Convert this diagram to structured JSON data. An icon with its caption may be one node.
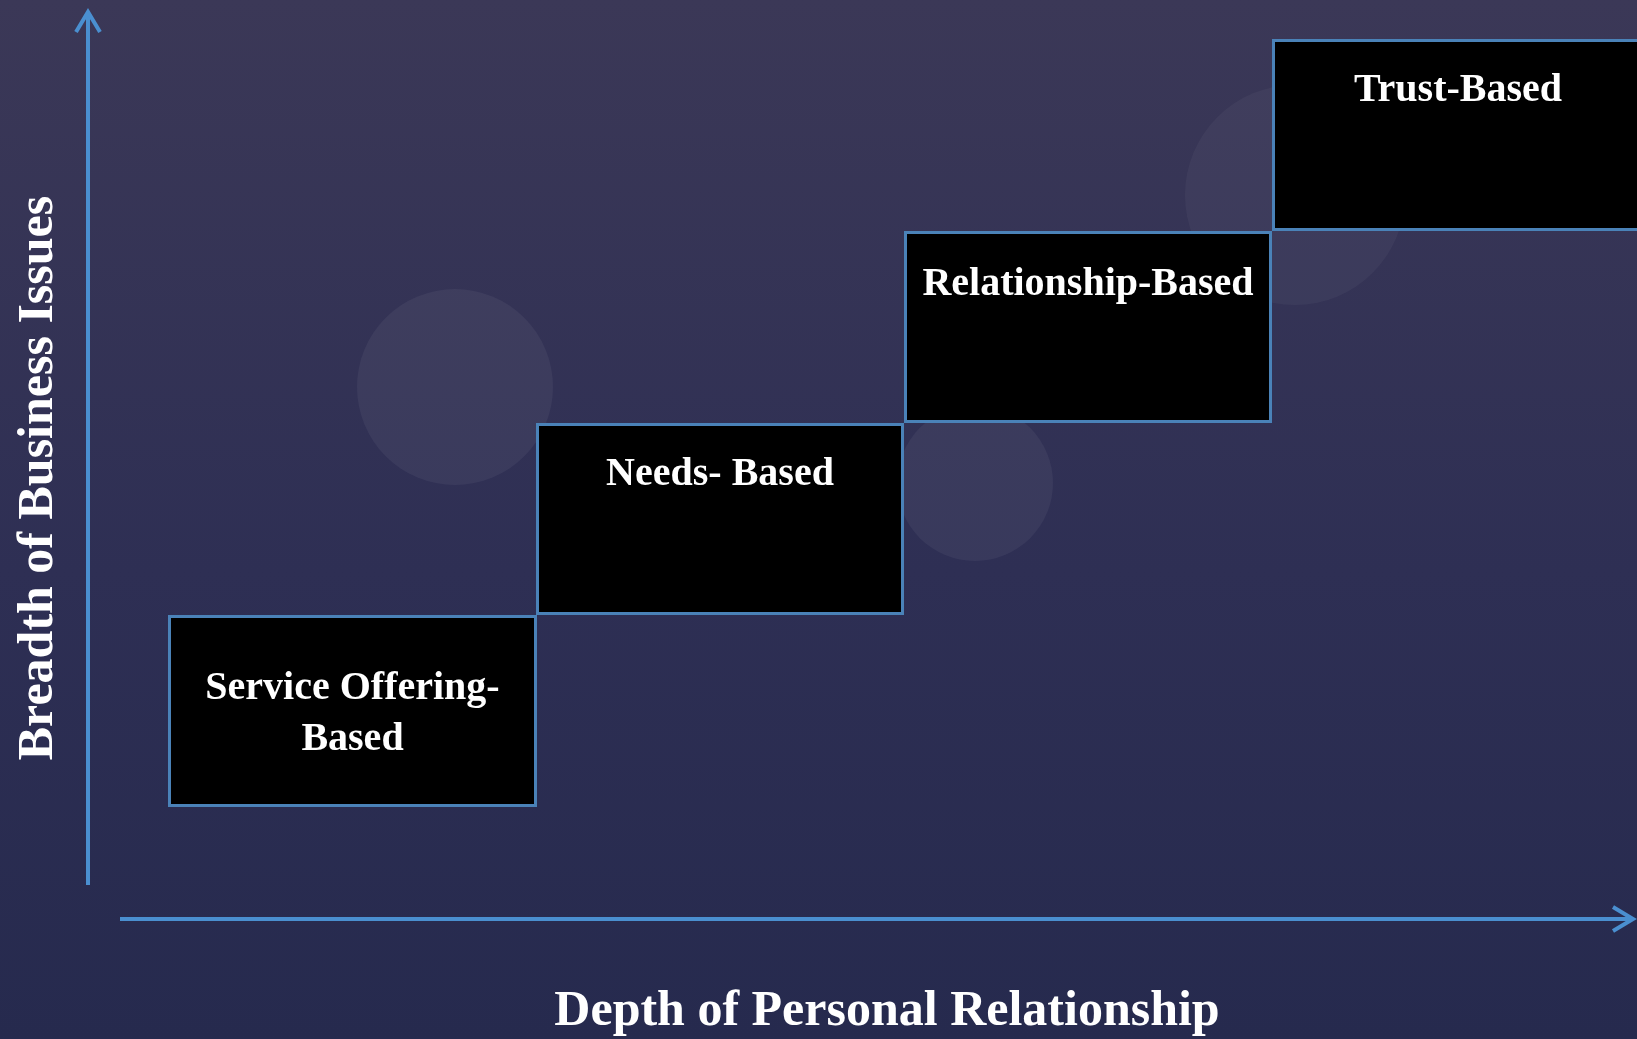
{
  "diagram": {
    "nodes": [
      {
        "text": [
          "Service Offering-Based"
        ]
      },
      {
        "text": [
          "Needs- Based"
        ]
      },
      {
        "text": [
          "Relationship-Based"
        ]
      },
      {
        "text": [
          "Trust-Based"
        ]
      }
    ],
    "labels": [
      "Breadth of Business Issues",
      "Depth of Personal Relationship"
    ]
  }
}
